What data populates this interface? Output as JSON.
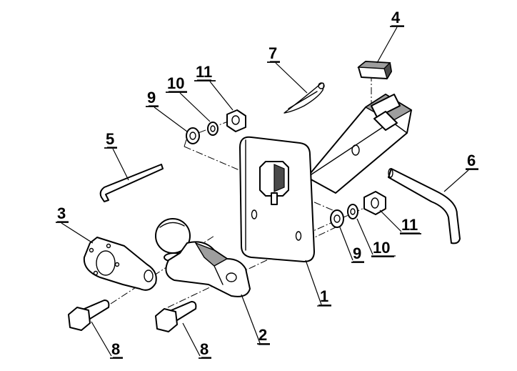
{
  "callouts": {
    "c1": "1",
    "c2": "2",
    "c3": "3",
    "c4": "4",
    "c5": "5",
    "c6": "6",
    "c7": "7",
    "c8a": "8",
    "c8b": "8",
    "c9a": "9",
    "c9b": "9",
    "c10a": "10",
    "c10b": "10",
    "c11a": "11",
    "c11b": "11"
  },
  "colors": {
    "line": "#000000",
    "background": "#ffffff",
    "shading": "#9e9e9e"
  }
}
